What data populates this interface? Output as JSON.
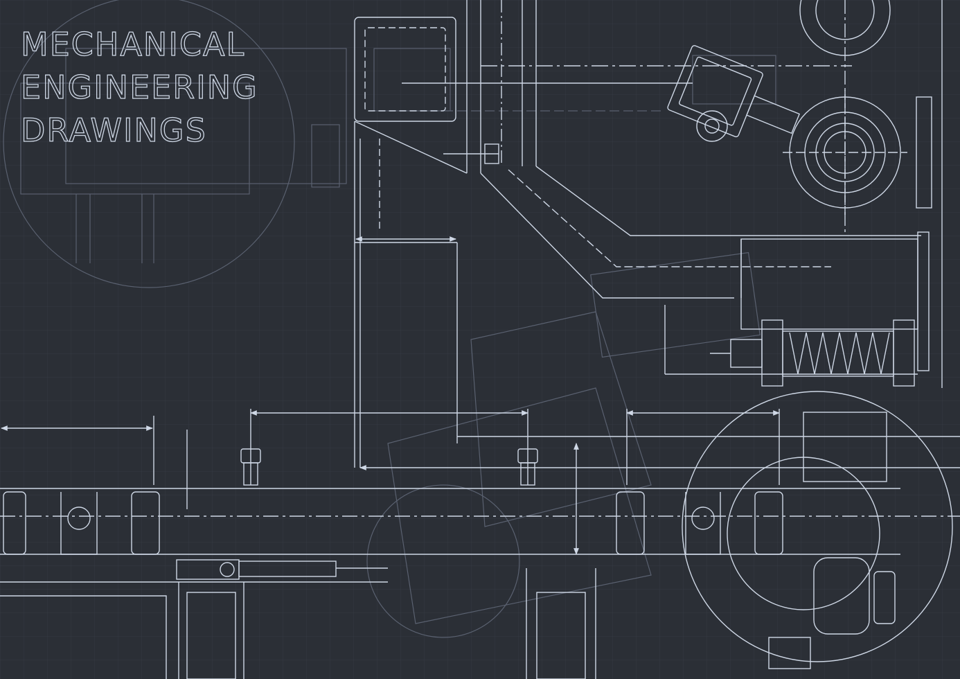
{
  "title": {
    "line1": "MECHANICAL",
    "line2": "ENGINEERING",
    "line3": "DRAWINGS"
  },
  "colors": {
    "background": "#2b2f36",
    "line": "#cfd8e6",
    "faint": "#5a6170",
    "grid": "#353a43"
  }
}
